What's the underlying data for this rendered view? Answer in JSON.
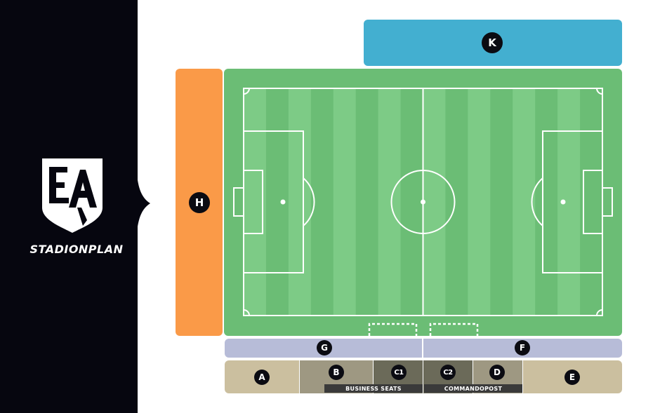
{
  "brand": {
    "logo_letters": "EA",
    "title": "STADIONPLAN"
  },
  "sections": {
    "K": {
      "label": "K",
      "color": "#43afd0"
    },
    "H": {
      "label": "H",
      "color": "#fa9a48"
    },
    "G": {
      "label": "G",
      "color": "#b7bcd8"
    },
    "F": {
      "label": "F",
      "color": "#b7bcd8"
    },
    "A": {
      "label": "A",
      "color": "#cbbf9f"
    },
    "B": {
      "label": "B",
      "color": "#9e9882"
    },
    "C1": {
      "label": "C1",
      "color": "#6b6a59"
    },
    "C2": {
      "label": "C2",
      "color": "#6b6a59"
    },
    "D": {
      "label": "D",
      "color": "#9e9882"
    },
    "E": {
      "label": "E",
      "color": "#cbbf9f"
    }
  },
  "areas": {
    "business_seats": "BUSINESS SEATS",
    "commandopost": "COMMANDOPOST"
  },
  "pitch": {
    "grass_light": "#7dcb86",
    "grass_dark": "#6bbd75",
    "line_color": "#ffffff"
  },
  "colors": {
    "sidebar": "#06060f",
    "badge": "#0b0b12"
  }
}
